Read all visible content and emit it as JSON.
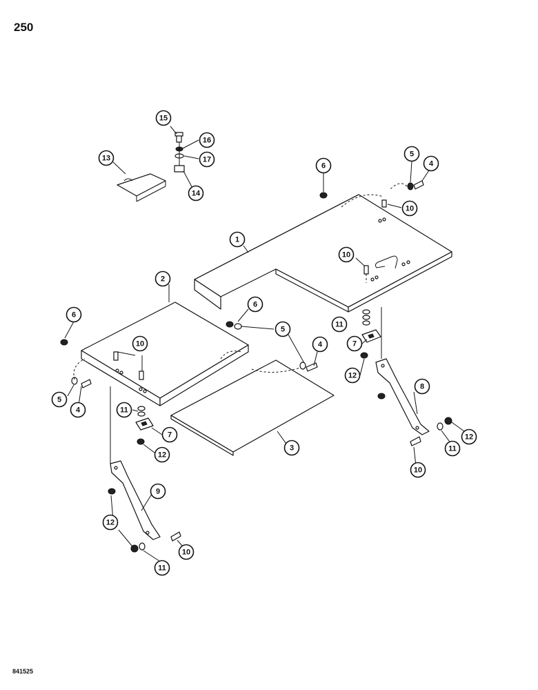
{
  "page": {
    "number": "250",
    "ref_code": "841525"
  },
  "callouts": [
    {
      "id": "callout-15",
      "label": "15"
    },
    {
      "id": "callout-16",
      "label": "16"
    },
    {
      "id": "callout-17",
      "label": "17"
    },
    {
      "id": "callout-13",
      "label": "13"
    },
    {
      "id": "callout-14",
      "label": "14"
    },
    {
      "id": "callout-6a",
      "label": "6"
    },
    {
      "id": "callout-5a",
      "label": "5"
    },
    {
      "id": "callout-4a",
      "label": "4"
    },
    {
      "id": "callout-10a",
      "label": "10"
    },
    {
      "id": "callout-1",
      "label": "1"
    },
    {
      "id": "callout-10b",
      "label": "10"
    },
    {
      "id": "callout-2",
      "label": "2"
    },
    {
      "id": "callout-6b",
      "label": "6"
    },
    {
      "id": "callout-5b",
      "label": "5"
    },
    {
      "id": "callout-6c",
      "label": "6"
    },
    {
      "id": "callout-11a",
      "label": "11"
    },
    {
      "id": "callout-10c",
      "label": "10"
    },
    {
      "id": "callout-4b",
      "label": "4"
    },
    {
      "id": "callout-7a",
      "label": "7"
    },
    {
      "id": "callout-12a",
      "label": "12"
    },
    {
      "id": "callout-8",
      "label": "8"
    },
    {
      "id": "callout-5c",
      "label": "5"
    },
    {
      "id": "callout-4c",
      "label": "4"
    },
    {
      "id": "callout-11b",
      "label": "11"
    },
    {
      "id": "callout-7b",
      "label": "7"
    },
    {
      "id": "callout-12b",
      "label": "12"
    },
    {
      "id": "callout-3",
      "label": "3"
    },
    {
      "id": "callout-12c",
      "label": "12"
    },
    {
      "id": "callout-11c",
      "label": "11"
    },
    {
      "id": "callout-10d",
      "label": "10"
    },
    {
      "id": "callout-9",
      "label": "9"
    },
    {
      "id": "callout-12d",
      "label": "12"
    },
    {
      "id": "callout-10e",
      "label": "10"
    },
    {
      "id": "callout-11d",
      "label": "11"
    }
  ]
}
